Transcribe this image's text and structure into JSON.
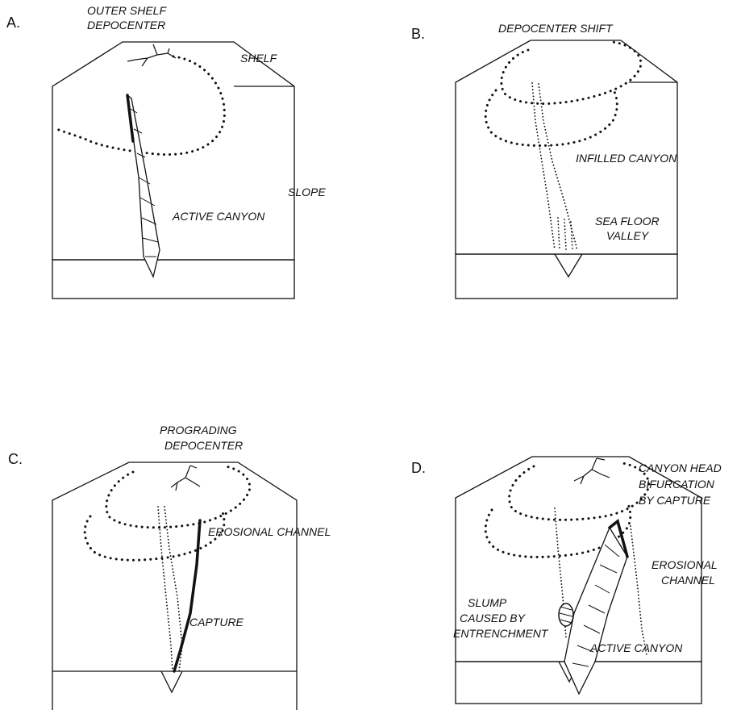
{
  "panels": [
    {
      "letter": "A.",
      "labels": {
        "depocenter": "OUTER SHELF\nDEPOCENTER",
        "shelf": "SHELF",
        "slope": "SLOPE",
        "canyon": "ACTIVE CANYON"
      }
    },
    {
      "letter": "B.",
      "labels": {
        "shift": "DEPOCENTER SHIFT",
        "infilled": "INFILLED CANYON",
        "valley": "SEA FLOOR\nVALLEY"
      }
    },
    {
      "letter": "C.",
      "labels": {
        "prograding": "PROGRADING\nDEPOCENTER",
        "erosional": "EROSIONAL CHANNEL",
        "capture": "CAPTURE"
      }
    },
    {
      "letter": "D.",
      "labels": {
        "head": "CANYON HEAD\nBIFURCATION\nBY CAPTURE",
        "erosional": "EROSIONAL\nCHANNEL",
        "slump": "SLUMP\nCAUSED BY\nENTRENCHMENT",
        "canyon": "ACTIVE CANYON"
      }
    }
  ]
}
